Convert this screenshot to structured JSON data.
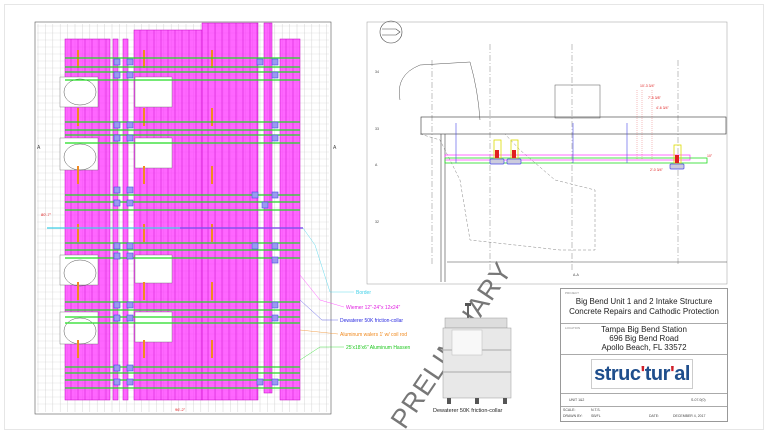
{
  "legend": [
    {
      "label": "Border",
      "color": "#3fd0e8"
    },
    {
      "label": "Wiemer 12\"-24\"x 12x24\"",
      "color": "#e020e0"
    },
    {
      "label": "Dewaterer 50K friction-collar",
      "color": "#2a2ae0"
    },
    {
      "label": "Aluminum walers 1' w/ coil rod",
      "color": "#f08a20"
    },
    {
      "label": "25'x18'x6\" Aluminum Hassen",
      "color": "#20c820"
    }
  ],
  "watermark": "PRELIMINARY",
  "photo_caption": "Dewaterer 50K friction-collar",
  "title_block": {
    "project_label": "PROJECT",
    "project_line1": "Big Bend Unit 1 and 2 Intake Structure",
    "project_line2": "Concrete Repairs and Cathodic Protection",
    "location_label": "LOCATION",
    "location_line1": "Tampa Big Bend Station",
    "location_line2": "696 Big Bend Road",
    "location_line3": "Apollo Beach, FL 33572",
    "logo_text_a": "struc",
    "logo_text_b": "tur",
    "logo_text_c": "al",
    "unit": "UNIT 1&2",
    "sheet": "S-07.0(0)",
    "scale_label": "SCALE:",
    "scale_value": "N.T.S.",
    "drawn_label": "DRAWN BY:",
    "drawn_value": "SB/FL",
    "date_label": "DATE:",
    "date_value": "DECEMBER 4, 2017"
  },
  "plan": {
    "dim_left": "80'-7\"",
    "dim_bottom": "96'-2\"",
    "section_mark": "A"
  },
  "section": {
    "title": "A-A",
    "elevations": [
      "34",
      "33",
      "A",
      "32"
    ],
    "dims": [
      "10'-3 3/4\"",
      "7'-5 3/8\"",
      "4'-6 3/4\"",
      "2'-0 3/4\"",
      "10\""
    ]
  },
  "colors": {
    "magenta": "#ff33ff",
    "green": "#22dd22",
    "cyan": "#3fd0e8",
    "blue": "#4a4ae8",
    "orange": "#f08a20",
    "red": "#e02020"
  }
}
